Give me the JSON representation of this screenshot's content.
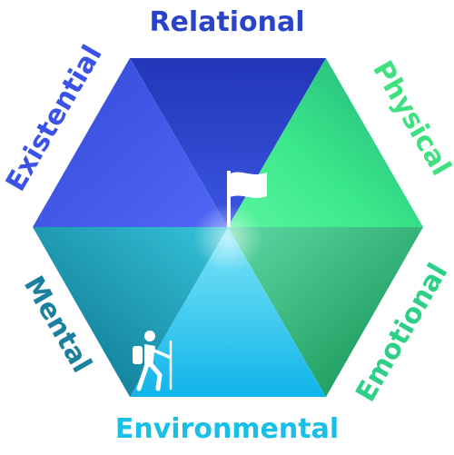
{
  "labels": {
    "top": "Relational",
    "top_right": "Physical",
    "bottom_right": "Emotional",
    "bottom": "Environmental",
    "bottom_left": "Mental",
    "top_left": "Existential"
  },
  "colors": {
    "top": "#2944c8",
    "top_right": "#3ee07f",
    "bottom_right": "#2ecf86",
    "bottom": "#18c0e8",
    "bottom_left": "#1b7fa0",
    "top_left": "#3a53e6"
  },
  "icons": {
    "center": "flag-icon",
    "lower_left": "hiker-icon"
  }
}
